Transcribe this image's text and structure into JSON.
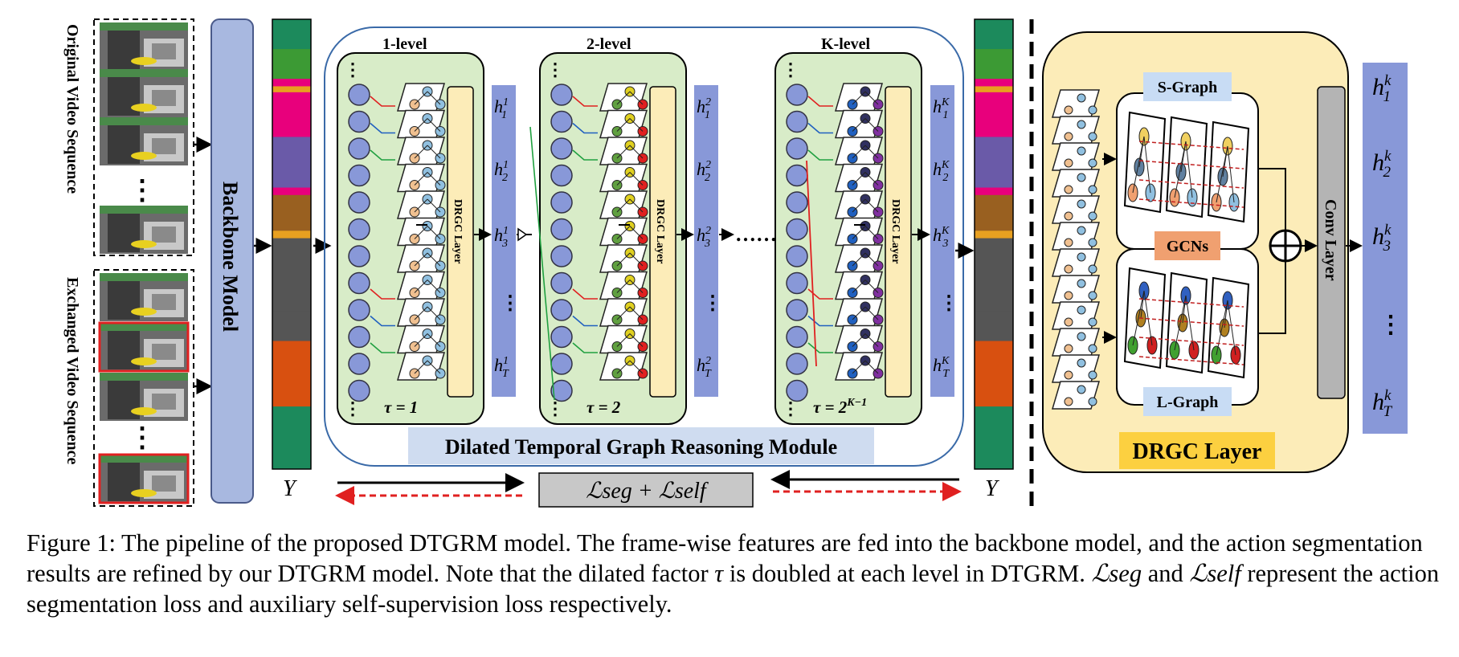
{
  "labels": {
    "original_video": "Original Video Sequence",
    "exchanged_video": "Exchanged Video Sequence",
    "backbone": "Backbone Model",
    "y_left": "Y",
    "y_right": "Y",
    "level1": "1-level",
    "level2": "2-level",
    "levelK": "K-level",
    "drgc_vertical": "DRGC Layer",
    "tau1": "τ = 1",
    "tau2": "τ = 2",
    "tauK": "τ = 2",
    "tauK_sup": "K−1",
    "module_title": "Dilated Temporal Graph Reasoning Module",
    "loss": "ℒseg + ℒself",
    "s_graph": "S-Graph",
    "l_graph": "L-Graph",
    "gcns": "GCNs",
    "conv_layer": "Conv Layer",
    "drgc_title": "DRGC Layer",
    "dots_between": "……"
  },
  "h_columns": [
    {
      "sup": "1",
      "subs": [
        "1",
        "2",
        "3",
        "T"
      ]
    },
    {
      "sup": "2",
      "subs": [
        "1",
        "2",
        "3",
        "T"
      ]
    },
    {
      "sup": "K",
      "subs": [
        "1",
        "2",
        "3",
        "T"
      ]
    }
  ],
  "h_output": {
    "sup": "k",
    "subs": [
      "1",
      "2",
      "3",
      "T"
    ]
  },
  "caption": {
    "prefix": "Figure 1: The pipeline of the proposed DTGRM model. The frame-wise features are fed into the backbone model, and the action segmentation results are refined by our DTGRM model. Note that the dilated factor ",
    "tau": "τ",
    "middle": " is doubled at each level in DTGRM. ",
    "lseg": "ℒseg",
    "and": " and ",
    "lself": "ℒself",
    "suffix": " represent the action segmentation loss and auxiliary self-supervision loss respectively."
  },
  "colors": {
    "segment_bar": [
      "#1c8a5c",
      "#3c9a34",
      "#e8007c",
      "#e8007c",
      "#e8a020",
      "#6a5aa8",
      "#e8007c",
      "#996020",
      "#e8a020",
      "#555555",
      "#d85010",
      "#1c8a5c"
    ],
    "level_bg": "#d8ecc8",
    "drgc_bg": "#fcecb8",
    "backbone": "#a8b8e0",
    "h_bar": "#8898d8"
  }
}
